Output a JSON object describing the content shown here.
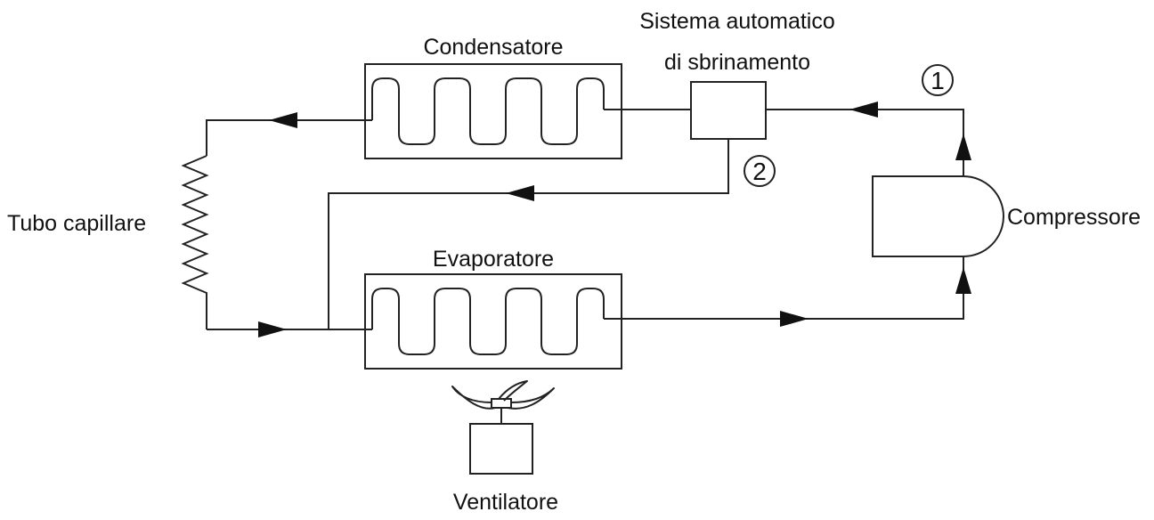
{
  "labels": {
    "condenser": "Condensatore",
    "defrost_line1": "Sistema automatico",
    "defrost_line2": "di sbrinamento",
    "capillary": "Tubo capillare",
    "evaporator": "Evaporatore",
    "compressor": "Compressore",
    "fan": "Ventilatore",
    "point1": "1",
    "point2": "2"
  }
}
